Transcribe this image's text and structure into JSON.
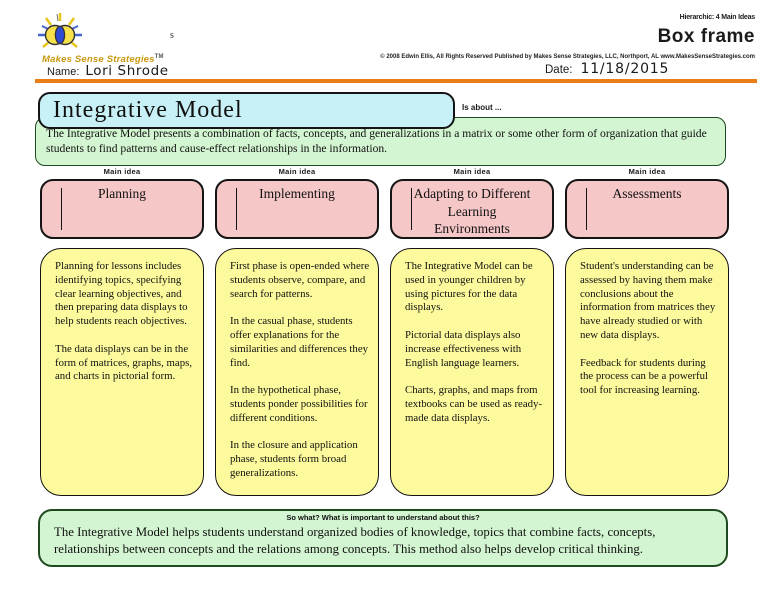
{
  "header": {
    "brand": "Makes Sense Strategies",
    "trademark": "TM",
    "stray_s": "s",
    "hierarchic_label": "Hierarchic: 4 Main Ideas",
    "template_title": "Box frame",
    "copyright": "© 2008 Edwin Ellis, All Rights Reserved   Published by Makes Sense Strategies, LLC, Northport, AL   www.MakesSenseStrategies.com",
    "name_label": "Name:",
    "name_value": "Lori Shrode",
    "date_label": "Date:",
    "date_value": "11/18/2015"
  },
  "title_section": {
    "title": "Integrative Model",
    "is_about_label": "Is about ...",
    "description": "The Integrative Model presents a combination of facts, concepts, and generalizations in a matrix or some other form of organization that guide students to find patterns and cause-effect relationships in the information."
  },
  "columns": [
    {
      "label": "Main idea",
      "heading": "Planning",
      "body": "Planning for lessons includes identifying topics, specifying clear learning objectives, and then preparing data displays to help students reach objectives.\n\nThe data displays can be in the form of matrices, graphs, maps, and charts in pictorial form."
    },
    {
      "label": "Main idea",
      "heading": "Implementing",
      "body": "First phase is open-ended where students observe, compare, and search for patterns.\n\nIn the casual phase, students offer explanations for the similarities and differences they find.\n\nIn the hypothetical phase, students ponder possibilities for different conditions.\n\nIn the closure and application phase, students form broad generalizations."
    },
    {
      "label": "Main idea",
      "heading": "Adapting to Different Learning Environments",
      "body": "The Integrative Model can be used in younger children by using pictures for the data displays.\n\nPictorial data displays also increase effectiveness with English language learners.\n\nCharts, graphs, and maps from textbooks can be used as ready-made data displays."
    },
    {
      "label": "Main idea",
      "heading": "Assessments",
      "body": "Student's understanding can be assessed by having them make conclusions about the information from matrices they have already studied or with new data displays.\n\nFeedback for students during the process can be a powerful tool for increasing learning."
    }
  ],
  "summary": {
    "label": "So what? What is important to understand about this?",
    "text": "The Integrative Model helps students understand organized bodies of knowledge, topics that combine facts, concepts, relationships between concepts and the relations among concepts.  This method also helps develop critical thinking."
  },
  "colors": {
    "title_fill": "#c7f1f7",
    "green_fill": "#d3f5d1",
    "pink_fill": "#f6c7c7",
    "yellow_fill": "#fcfa9c",
    "rule_orange": "#e97f16",
    "brand_gold": "#c9980e"
  }
}
